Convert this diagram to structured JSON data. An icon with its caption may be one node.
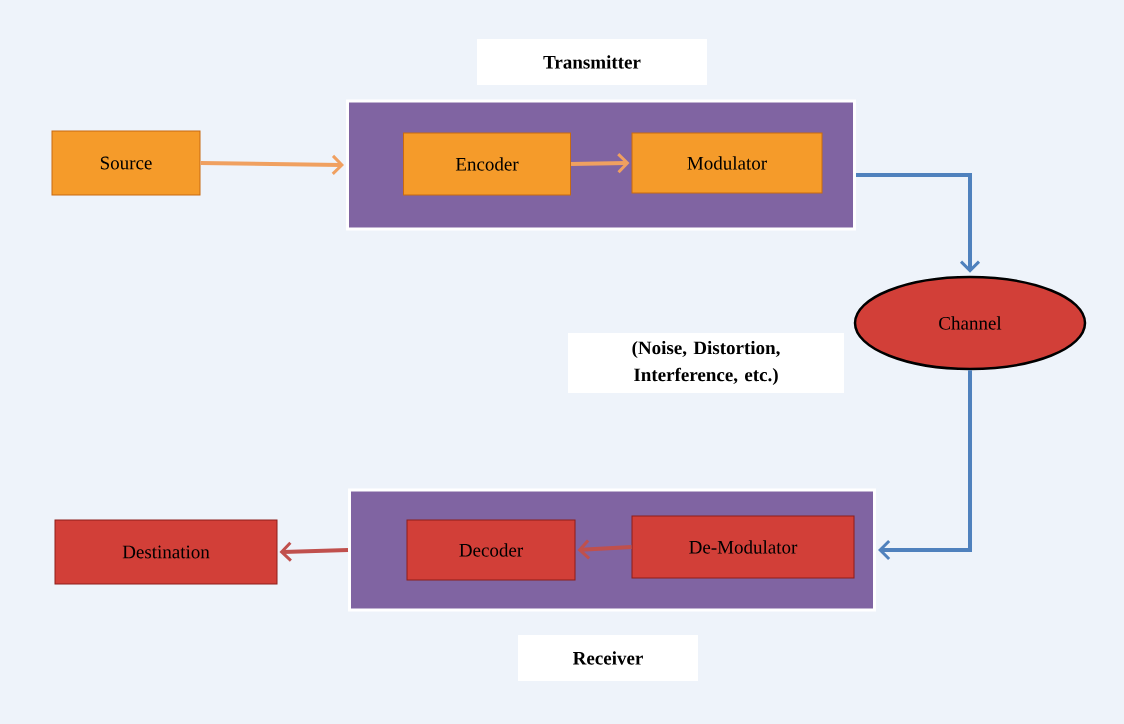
{
  "diagram": {
    "nodes": [
      {
        "text": [
          "Source"
        ]
      },
      {
        "text": [
          "Transmitter"
        ]
      },
      {
        "text": [
          "Encoder"
        ],
        "in": 1
      },
      {
        "text": [
          "Modulator"
        ],
        "in": 1
      },
      {
        "text": [
          "Channel"
        ]
      },
      {
        "text": [
          "Receiver"
        ]
      },
      {
        "text": [
          "Decoder"
        ],
        "in": 5
      },
      {
        "text": [
          "De-Modulator"
        ],
        "in": 5
      },
      {
        "text": [
          "Destination"
        ]
      }
    ],
    "edges": [
      {
        "from": 0,
        "to": 1,
        "arrow": "to",
        "color": "#f0a060"
      },
      {
        "from": 2,
        "to": 3,
        "arrow": "to",
        "color": "#f0a060"
      },
      {
        "from": 1,
        "to": 4,
        "arrow": "to",
        "color": "#4f81bd"
      },
      {
        "from": 4,
        "to": 5,
        "arrow": "to",
        "color": "#4f81bd"
      },
      {
        "from": 7,
        "to": 6,
        "arrow": "to",
        "color": "#c0504d"
      },
      {
        "from": 5,
        "to": 8,
        "arrow": "to",
        "color": "#c0504d"
      }
    ],
    "labels": [
      "(Noise, Distortion, Interference, etc.)"
    ]
  }
}
